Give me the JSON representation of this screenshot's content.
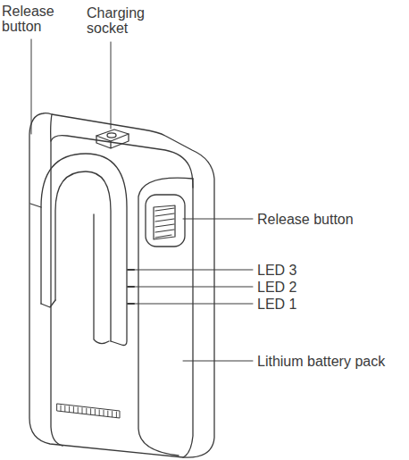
{
  "diagram": {
    "labels": [
      "Release button",
      "Charging socket",
      "Release button",
      "LED 3",
      "LED 2",
      "LED 1",
      "Lithium battery pack"
    ]
  }
}
